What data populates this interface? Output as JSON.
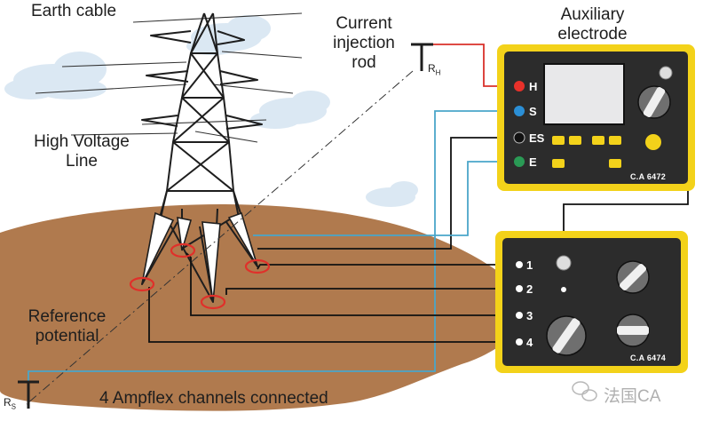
{
  "labels": {
    "earth_cable": "Earth cable",
    "current_injection_rod": [
      "Current",
      "injection",
      "rod"
    ],
    "auxiliary_electrode": [
      "Auxiliary",
      "electrode"
    ],
    "high_voltage_line": [
      "High Voltage",
      "Line"
    ],
    "reference_potential": [
      "Reference",
      "potential"
    ],
    "channels": "4 Ampflex channels connected",
    "rh_main": "R",
    "rh_sub": "H",
    "rs_main": "R",
    "rs_sub": "S"
  },
  "instrument_top": {
    "model": "C.A 6472",
    "ports": [
      {
        "label": "H",
        "color": "#e8312a"
      },
      {
        "label": "S",
        "color": "#2b8fd6"
      },
      {
        "label": "ES",
        "color": "#111111"
      },
      {
        "label": "E",
        "color": "#2a9a55"
      }
    ]
  },
  "instrument_bottom": {
    "model": "C.A 6474",
    "channels": [
      "1",
      "2",
      "3",
      "4"
    ]
  },
  "watermark": "法国CA",
  "colors": {
    "ground": "#b07a4e",
    "instrument_case": "#f3d21a",
    "instrument_face": "#2c2c2c",
    "wire_red": "#d9302a",
    "wire_blue": "#4aa6c9",
    "wire_black": "#111111",
    "clamp": "#e0302a"
  }
}
